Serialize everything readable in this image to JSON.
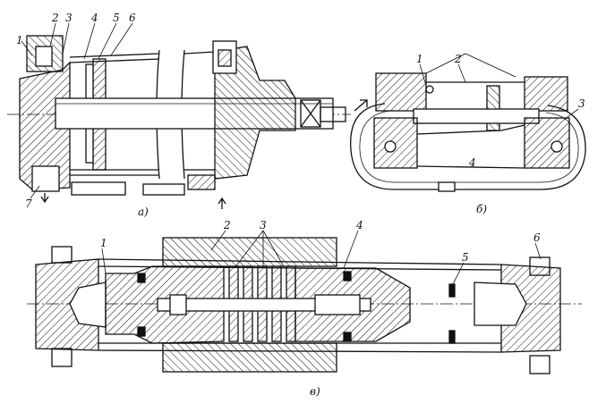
{
  "figure_a": {
    "caption": "а)",
    "callouts": [
      "1",
      "2",
      "3",
      "4",
      "5",
      "6",
      "7"
    ]
  },
  "figure_b": {
    "caption": "б)",
    "callouts": [
      "1",
      "2",
      "3",
      "4"
    ]
  },
  "figure_c": {
    "caption": "в)",
    "callouts": [
      "1",
      "2",
      "3",
      "4",
      "5",
      "6"
    ]
  },
  "colors": {
    "ink": "#111111",
    "paper": "#ffffff"
  }
}
